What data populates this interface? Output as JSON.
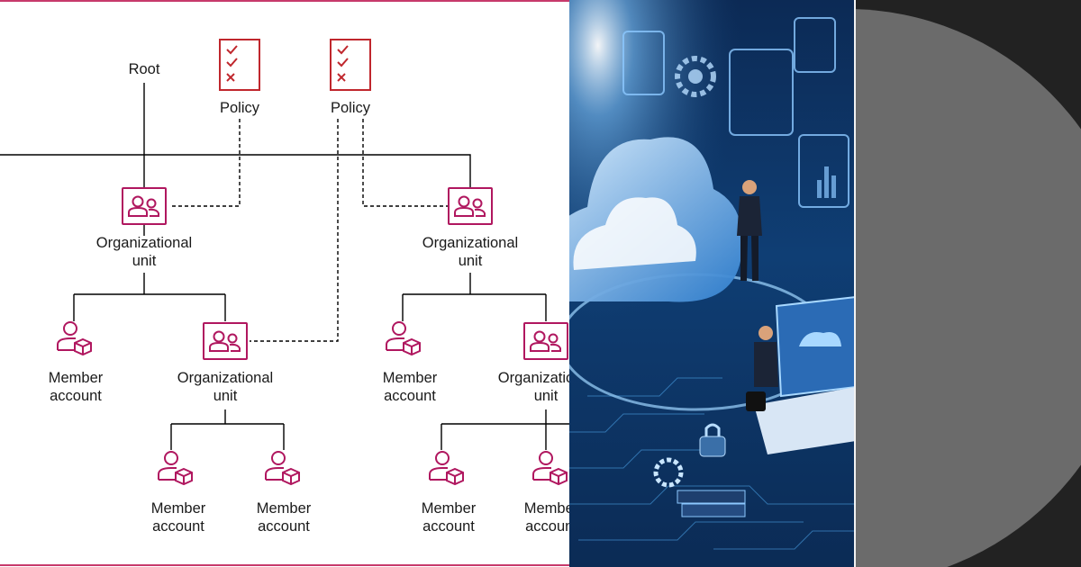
{
  "diagram": {
    "root_label": "Root",
    "policies": [
      {
        "label": "Policy"
      },
      {
        "label": "Policy"
      }
    ],
    "ous": [
      {
        "line1": "Organizational",
        "line2": "unit"
      },
      {
        "line1": "Organizational",
        "line2": "unit"
      },
      {
        "line1": "Organizational",
        "line2": "unit"
      },
      {
        "line1": "Organizational",
        "line2": "unit"
      }
    ],
    "members": [
      {
        "line1": "Member",
        "line2": "account"
      },
      {
        "line1": "Member",
        "line2": "account"
      },
      {
        "line1": "Member",
        "line2": "account"
      },
      {
        "line1": "Member",
        "line2": "account"
      },
      {
        "line1": "Member",
        "line2": "account"
      },
      {
        "line1": "Member",
        "line2": "account"
      }
    ]
  },
  "colors": {
    "accent_pink": "#B0175F",
    "policy_red": "#C0272D",
    "illustration_blue": "#0f3e74",
    "right_bg": "#222222",
    "circle_grey": "#6b6b6b"
  }
}
